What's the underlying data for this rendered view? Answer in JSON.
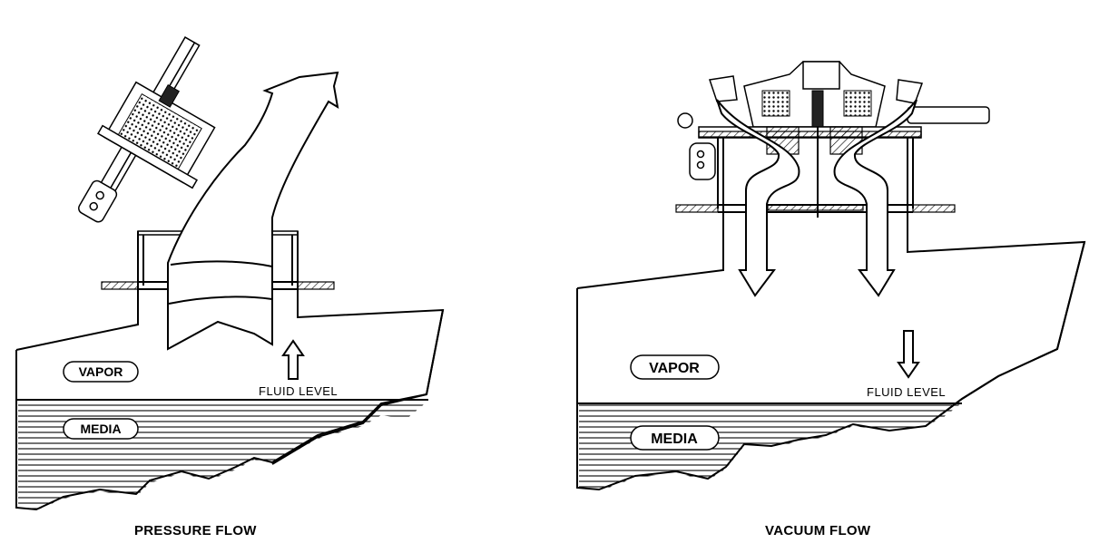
{
  "pressure": {
    "vapor_label": "VAPOR",
    "media_label": "MEDIA",
    "fluid_level_label": "FLUID  LEVEL",
    "caption": "PRESSURE FLOW"
  },
  "vacuum": {
    "vapor_label": "VAPOR",
    "media_label": "MEDIA",
    "fluid_level_label": "FLUID  LEVEL",
    "caption": "VACUUM FLOW"
  }
}
